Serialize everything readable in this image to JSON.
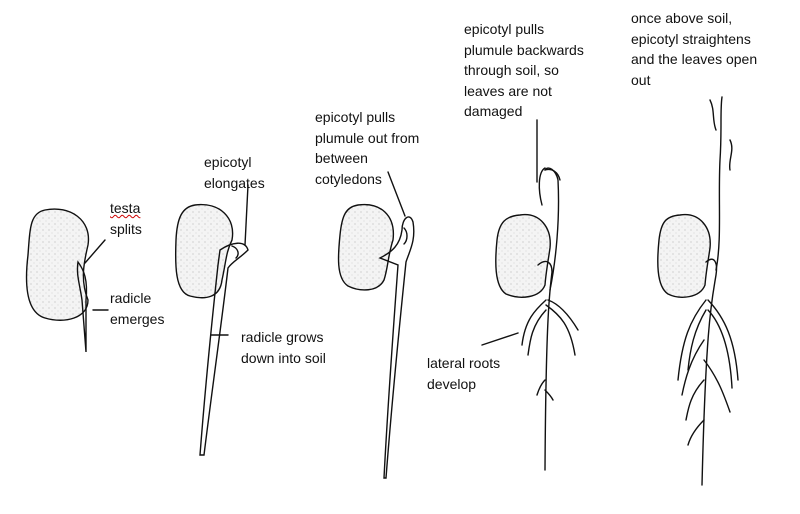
{
  "stages": [
    {
      "name": "stage-1",
      "labels": [
        {
          "lines": [
            "testa",
            "splits"
          ]
        },
        {
          "lines": [
            "radicle",
            "emerges"
          ]
        }
      ]
    },
    {
      "name": "stage-2",
      "labels": [
        {
          "lines": [
            "epicotyl",
            "elongates"
          ]
        },
        {
          "lines": [
            "radicle grows",
            "down into soil"
          ]
        }
      ]
    },
    {
      "name": "stage-3",
      "labels": [
        {
          "lines": [
            "epicotyl pulls",
            "plumule out from",
            "between",
            "cotyledons"
          ]
        }
      ]
    },
    {
      "name": "stage-4",
      "labels": [
        {
          "lines": [
            "epicotyl pulls",
            "plumule backwards",
            "through soil, so",
            "leaves are not",
            "damaged"
          ]
        },
        {
          "lines": [
            "lateral roots",
            "develop"
          ]
        }
      ]
    },
    {
      "name": "stage-5",
      "labels": [
        {
          "lines": [
            "once above soil,",
            "epicotyl straightens",
            "and the leaves open",
            "out"
          ]
        }
      ]
    }
  ],
  "colors": {
    "ink": "#111111",
    "seed_fill": "#eeeeee",
    "spellcheck": "#cc0000"
  }
}
